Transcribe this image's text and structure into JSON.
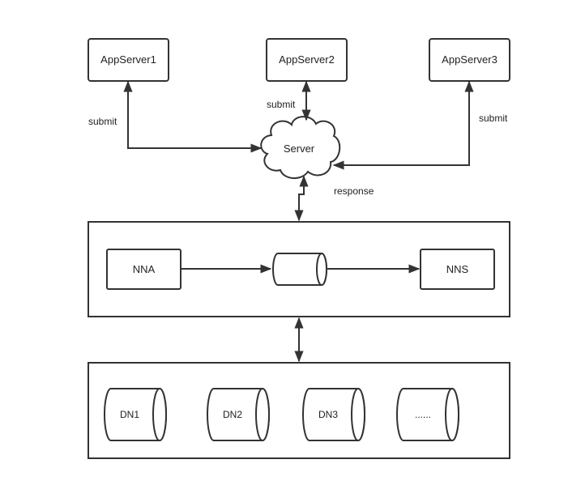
{
  "app_servers": [
    {
      "label": "AppServer1"
    },
    {
      "label": "AppServer2"
    },
    {
      "label": "AppServer3"
    }
  ],
  "server": {
    "label": "Server"
  },
  "edge_labels": {
    "submit_left": "submit",
    "submit_middle": "submit",
    "submit_right": "submit",
    "response": "response"
  },
  "name_node_group": {
    "nna": "NNA",
    "nns": "NNS"
  },
  "data_nodes": [
    {
      "label": "DN1"
    },
    {
      "label": "DN2"
    },
    {
      "label": "DN3"
    },
    {
      "label": "......"
    }
  ],
  "colors": {
    "stroke": "#333333",
    "background": "#ffffff"
  }
}
